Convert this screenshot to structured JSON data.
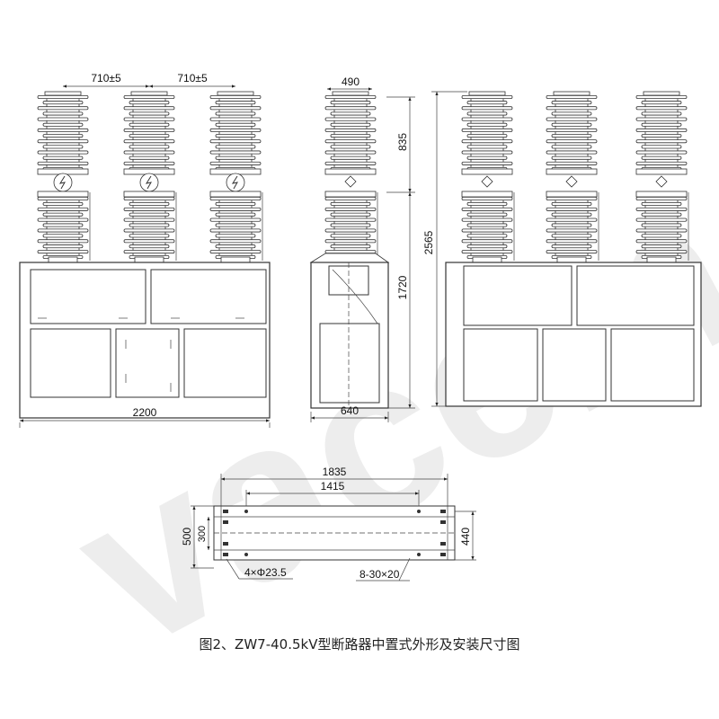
{
  "watermark": "vacem",
  "caption": "图2、ZW7-40.5kV型断路器中置式外形及安装尺寸图",
  "front_view": {
    "pole_spacing_left": "710±5",
    "pole_spacing_right": "710±5",
    "width": "2200"
  },
  "side_view": {
    "top_width": "490",
    "insulator_height": "835",
    "cabinet_height": "1720",
    "bottom_width": "640"
  },
  "rear_view": {
    "total_height": "2565"
  },
  "base_plan": {
    "outer_length": "1835",
    "hole_spacing": "1415",
    "outer_width": "500",
    "inner_width": "300",
    "right_width": "440",
    "mount_holes": "4×Φ23.5",
    "slots": "8-30×20"
  }
}
